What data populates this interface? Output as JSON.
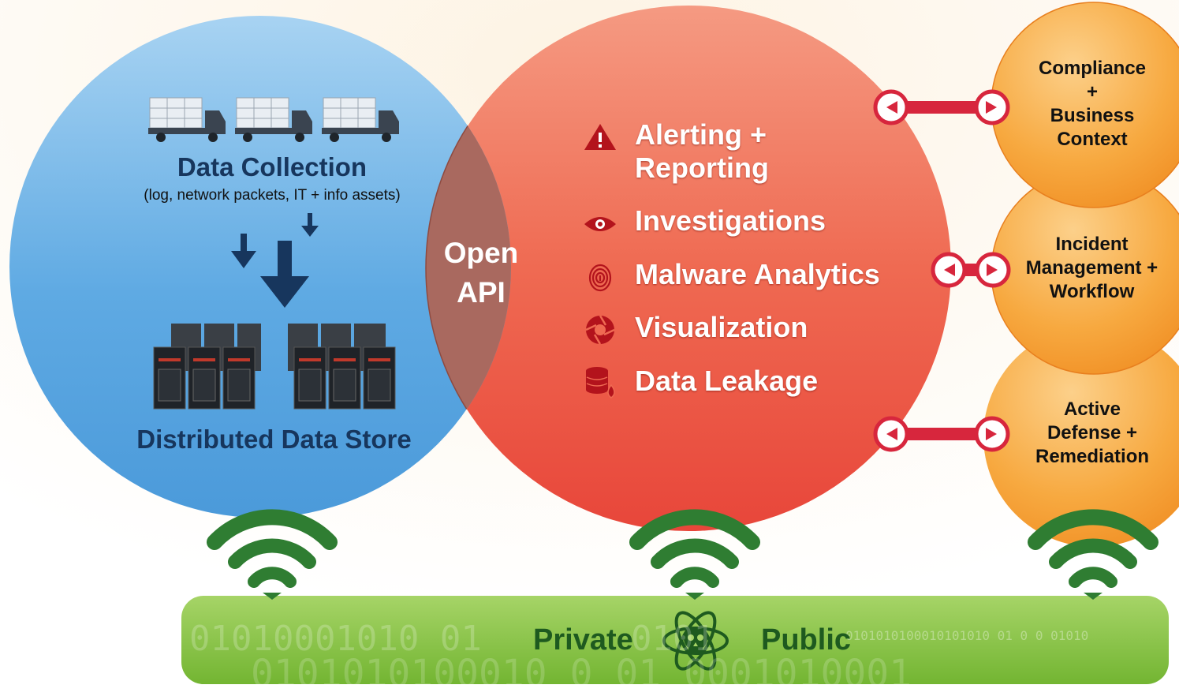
{
  "data_circle": {
    "title": "Data Collection",
    "subtitle": "(log, network packets,  IT + info assets)",
    "store_title": "Distributed Data Store",
    "icons": [
      "truck-icon",
      "truck-icon",
      "truck-icon",
      "server-rack-icon",
      "server-rack-icon",
      "down-arrow-icon"
    ]
  },
  "overlap": {
    "line1": "Open",
    "line2": "API"
  },
  "analytics_circle": {
    "items": [
      {
        "icon": "warning-icon",
        "line1": "Alerting +",
        "line2": "Reporting"
      },
      {
        "icon": "eye-icon",
        "line1": "Investigations"
      },
      {
        "icon": "fingerprint-icon",
        "line1": "Malware Analytics"
      },
      {
        "icon": "aperture-icon",
        "line1": "Visualization"
      },
      {
        "icon": "database-drop-icon",
        "line1": "Data Leakage"
      }
    ]
  },
  "side_circles": [
    {
      "lines": [
        "Compliance",
        "+",
        "Business",
        "Context"
      ]
    },
    {
      "lines": [
        "Incident",
        "Management +",
        "Workflow"
      ]
    },
    {
      "lines": [
        "Active",
        "Defense +",
        "Remediation"
      ]
    }
  ],
  "bottom_bar": {
    "left_label": "Private",
    "right_label": "Public",
    "binary_top_left": "01010001010 01",
    "binary_top_mid": "0101",
    "binary_top_right": "0101010100010101010 01 0 0 01010",
    "binary_bottom": "0101010100010 0  01  0001010001",
    "center_icon": "atom-skull-icon"
  },
  "colors": {
    "blue_circle": "#5aa9e4",
    "red_circle": "#ef5540",
    "orange_circle": "#f6a23c",
    "green_bar": "#8cc63f",
    "text_dark": "#17365d",
    "connector_red": "#d7263d"
  }
}
